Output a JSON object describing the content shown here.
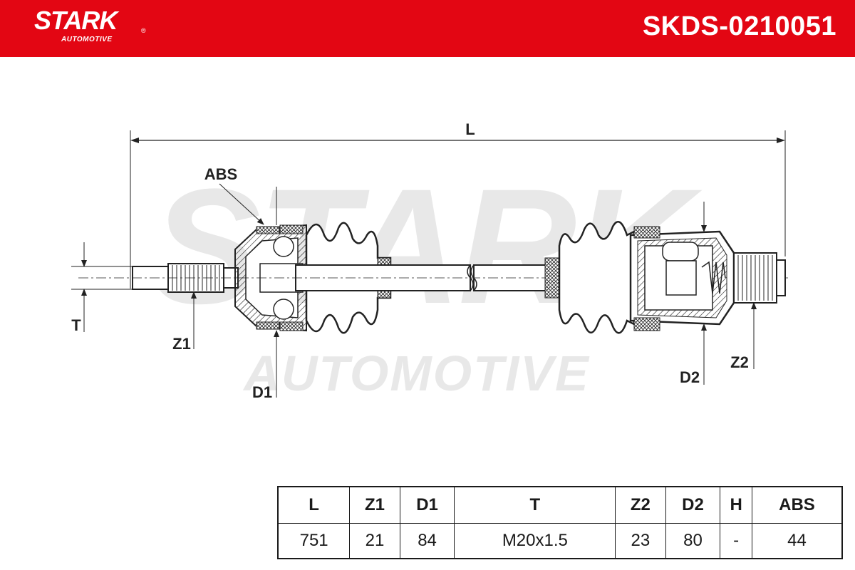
{
  "header": {
    "brand": "STARK",
    "brand_sub": "AUTOMOTIVE",
    "part_number": "SKDS-0210051",
    "background_color": "#e30613"
  },
  "watermark": {
    "line1": "STARK",
    "line2": "AUTOMOTIVE"
  },
  "dimensions": {
    "L": "L",
    "ABS": "ABS",
    "T": "T",
    "Z1": "Z1",
    "D1": "D1",
    "D2": "D2",
    "Z2": "Z2"
  },
  "spec_table": {
    "headers": [
      "L",
      "Z1",
      "D1",
      "T",
      "Z2",
      "D2",
      "H",
      "ABS"
    ],
    "values": [
      "751",
      "21",
      "84",
      "M20x1.5",
      "23",
      "80",
      "-",
      "44"
    ]
  }
}
